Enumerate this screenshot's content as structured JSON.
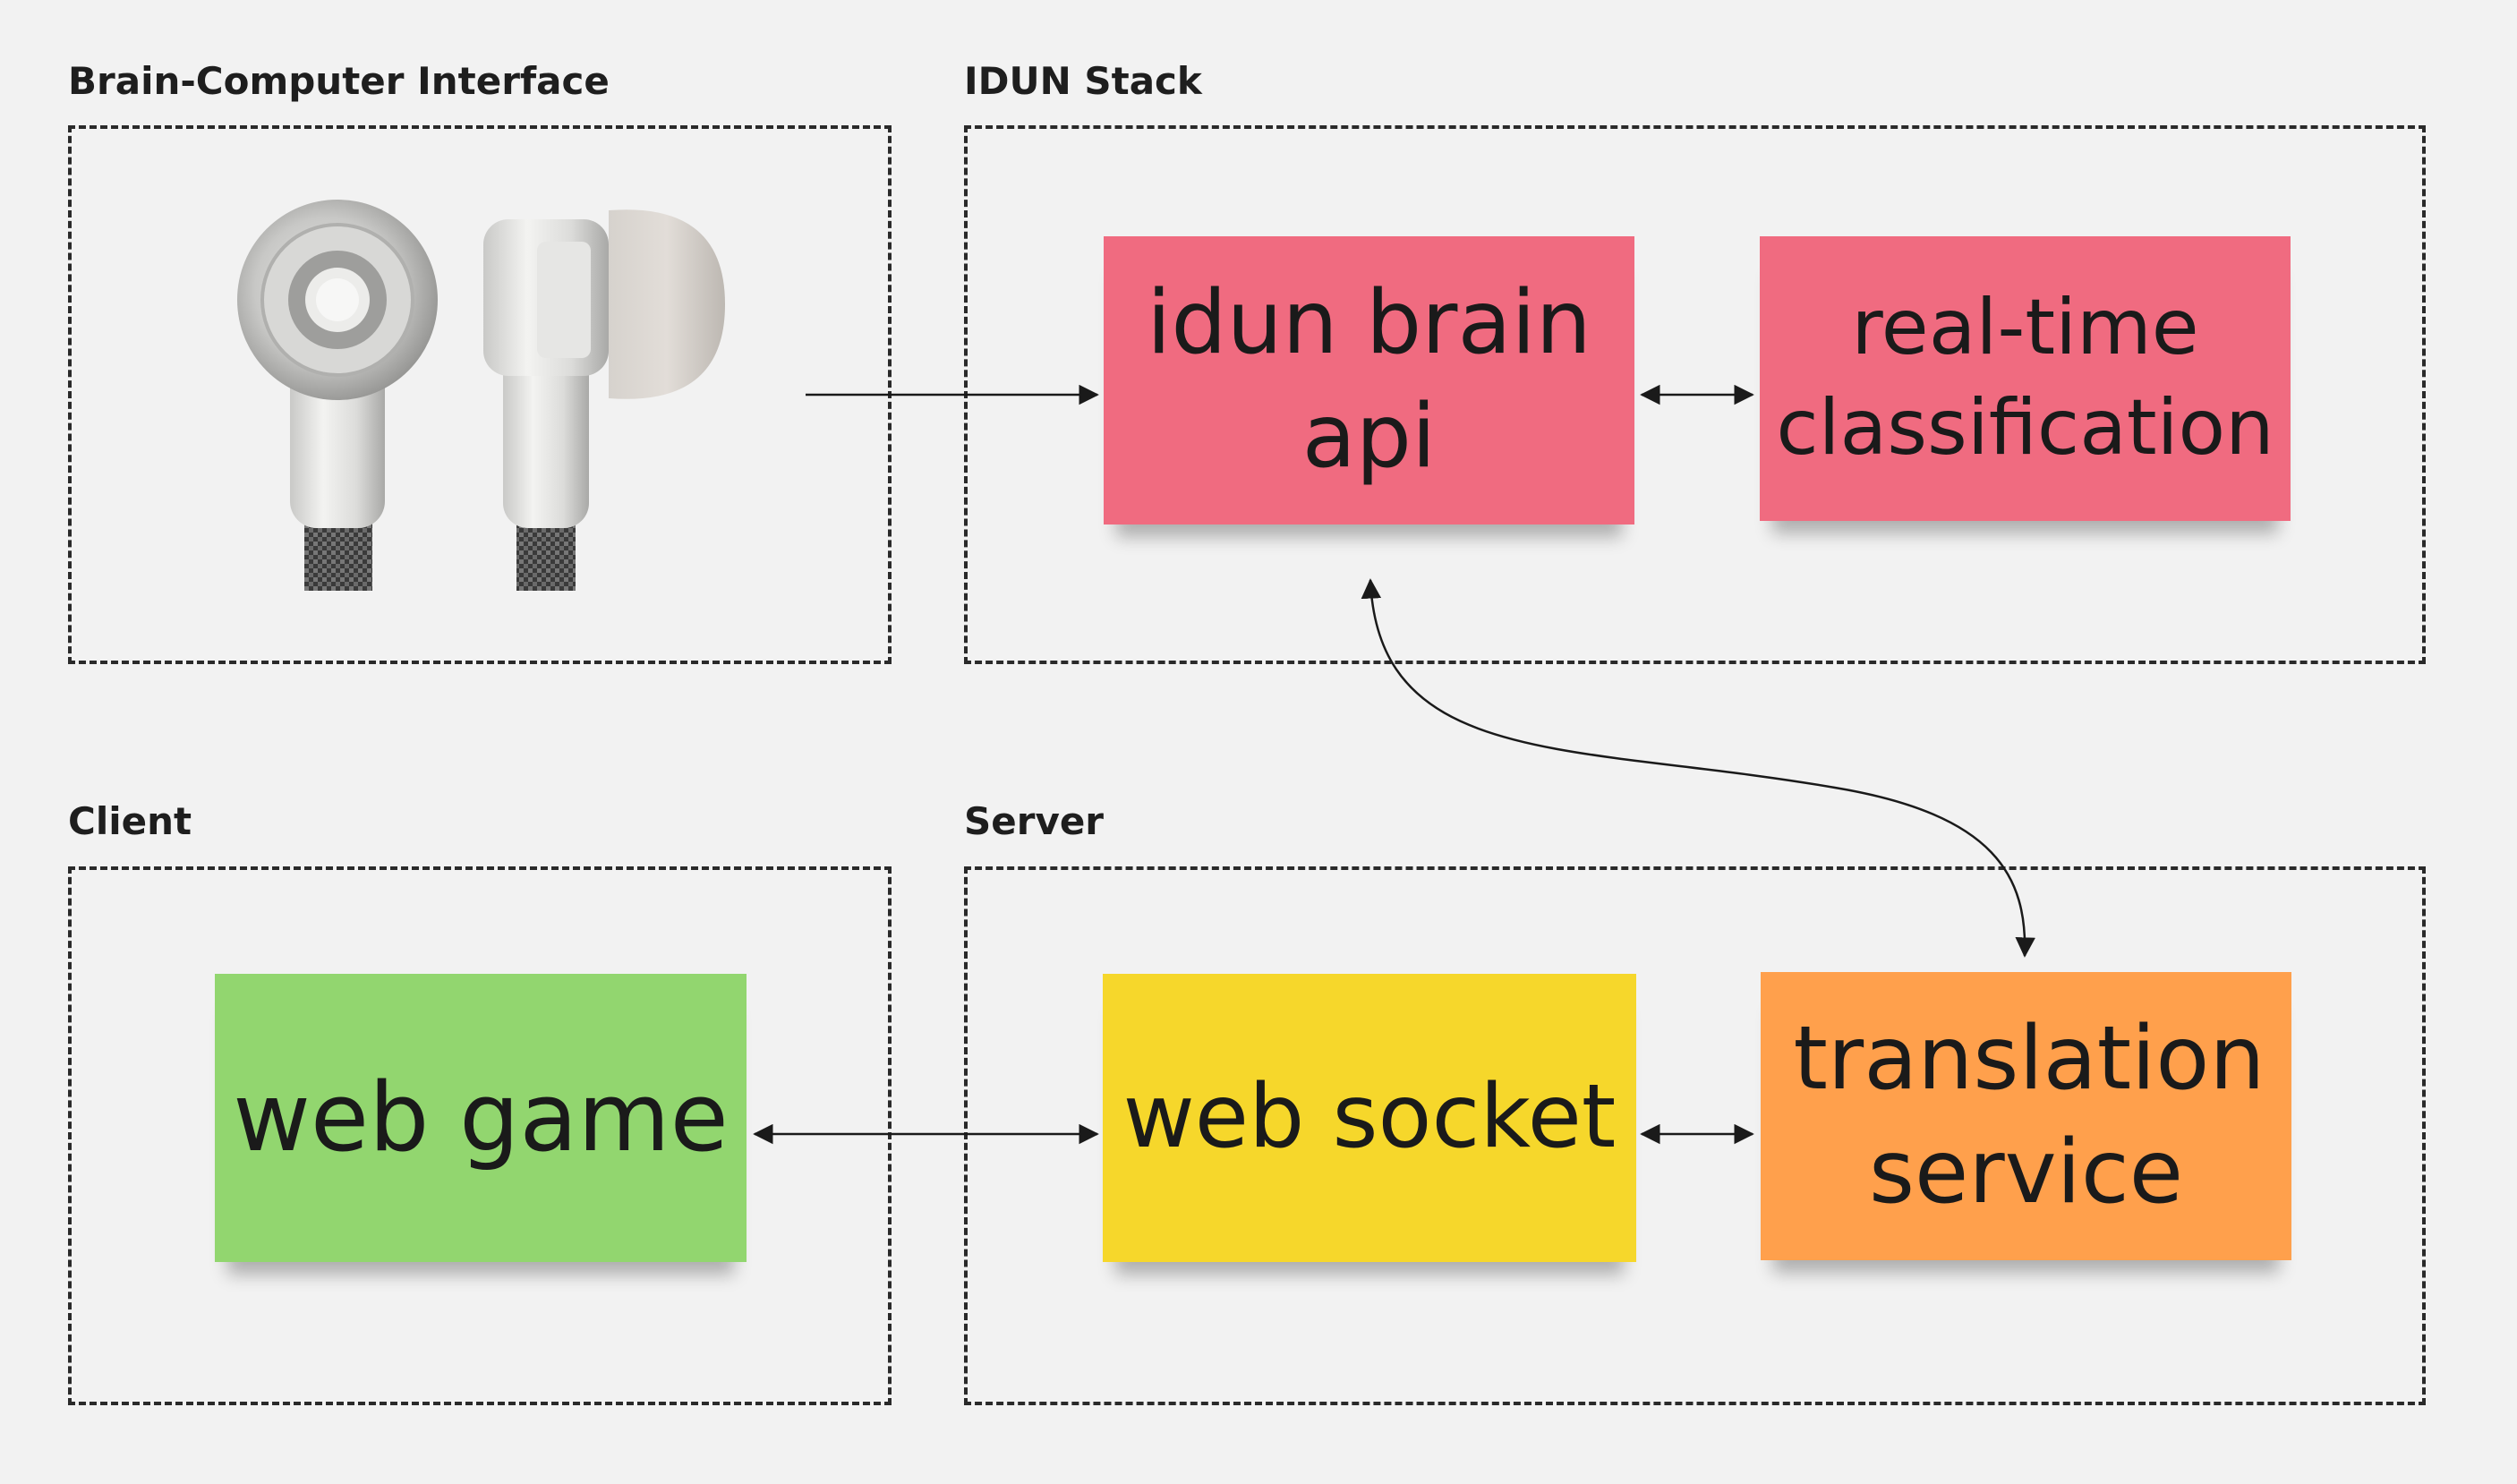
{
  "frames": {
    "bci": {
      "title": "Brain-Computer Interface"
    },
    "idun": {
      "title": "IDUN Stack"
    },
    "client": {
      "title": "Client"
    },
    "server": {
      "title": "Server"
    }
  },
  "stickies": {
    "idun_api": {
      "label": "idun brain api",
      "color": "#f06b80"
    },
    "classification": {
      "label": "real-time classification",
      "color": "#f06b80"
    },
    "web_game": {
      "label": "web game",
      "color": "#92d66f"
    },
    "web_socket": {
      "label": "web socket",
      "color": "#f6d72b"
    },
    "translation": {
      "label": "translation service",
      "color": "#ffa04c"
    }
  },
  "device_image": {
    "icon": "earbuds-image"
  }
}
